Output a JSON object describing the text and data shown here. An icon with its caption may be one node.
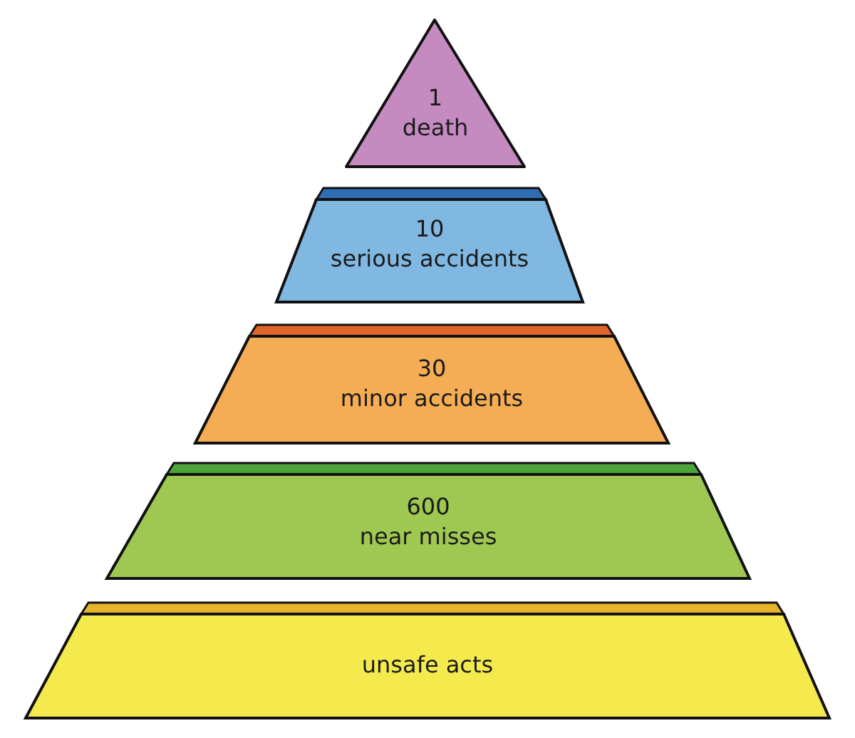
{
  "diagram": {
    "nodes": [
      {
        "text": [
          "1",
          "death"
        ]
      },
      {
        "text": [
          "10",
          "serious accidents"
        ]
      },
      {
        "text": [
          "30",
          "minor accidents"
        ]
      },
      {
        "text": [
          "600",
          "near misses"
        ]
      },
      {
        "text": [
          "unsafe acts"
        ]
      }
    ]
  }
}
